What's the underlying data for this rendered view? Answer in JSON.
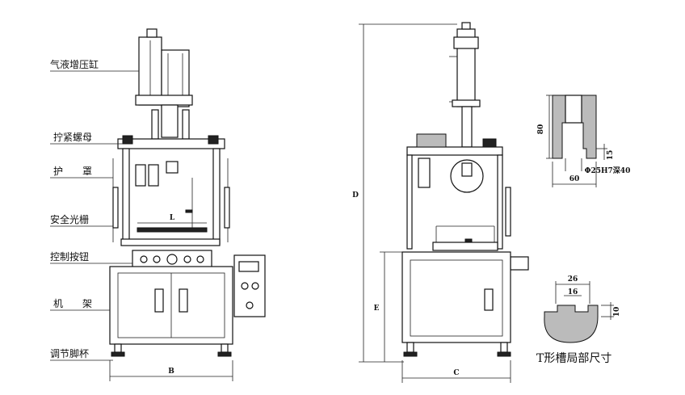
{
  "labels": {
    "cylinder": "气液增压缸",
    "nut": "拧紧螺母",
    "guard": "护　　罩",
    "light_curtain": "安全光栅",
    "control_button": "控制按钮",
    "frame": "机　　架",
    "foot": "调节脚杯"
  },
  "dimensions": {
    "front_width": "B",
    "inner_width": "L",
    "side_width": "C",
    "total_height": "D",
    "frame_height": "E",
    "slot_height": "80",
    "slot_width": "60",
    "slot_depth": "15",
    "slot_bore": "Φ25H7深40",
    "t_width_outer": "26",
    "t_width_inner": "16",
    "t_depth": "10"
  },
  "caption": "T形槽局部尺寸"
}
